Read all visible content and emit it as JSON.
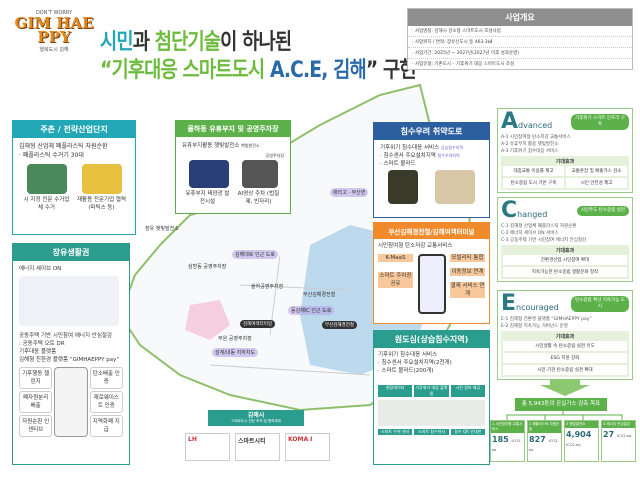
{
  "logo": {
    "slogan": "DON'T WORRY",
    "name": "GIM HAE PPY",
    "subtitle": "행복도시 김해"
  },
  "title": {
    "line1_a": "시민",
    "line1_b": "과 ",
    "line1_c": "첨단기술",
    "line1_d": "이 하나된",
    "line2_a": "“기후대응 스마트도시 ",
    "line2_b": "A.C.E, 김해",
    "line2_c": "” 구현"
  },
  "overview": {
    "header": "사업개요",
    "rows": [
      "· 사업명칭: 김해시 강소형 스마트도시 조성사업",
      "· 사업위치 / 면적: 장유신도시 등 463.3㎢",
      "· 사업기간: 2025년 ~ 2027년(2027년 이후 성과운영)",
      "· 사업유형: 기존도시 – 기후위기 대응 스마트도시 조성"
    ]
  },
  "panels": {
    "jucheon": {
      "header": "주촌 / 전략산업단지",
      "line1": "김해형 산업체 폐플라스틱 자원순환",
      "line2": "· 폐플라스틱 수거기 30대",
      "cap1": "시 지정 전문 수거업체 수거",
      "cap2": "재활용 전문기업 협력(파틱스 등)"
    },
    "jangyu": {
      "header": "장유생활권",
      "line1": "에너지 세이브 ON",
      "b1": "공동주택 기반 시민참여 에너지 안심절감",
      "b2": ": 공동주택 오토 DR",
      "b3": "기후대응 플랫폼",
      "b4": "김해형 친환경 플랫폼 “GIMHAEPPY pay”",
      "apps": [
        "기후행동 챌린지",
        "폐자원분리배출",
        "자원순환 인센티브",
        "탄소배출 인증",
        "제로웨이스트 인증",
        "지역화폐 지급"
      ]
    },
    "yulha": {
      "header": "율하동 유휴부지 및 공영주차장",
      "line1": "유휴부지활용 햇빛발전소",
      "legend1": "햇빛발전소",
      "legend2": "공영주차장",
      "cap1": "유휴부지 태양광 발전시설",
      "cap2": "AI영상 주차 (법칠제, 빈자리)"
    },
    "flood": {
      "header": "침수우려 취약도로",
      "line1": "기후위기 침수대응 서비스",
      "line2": "· 침수센서 주요설치지역",
      "line3": "· 스마트 볼라드",
      "legend1": "상습침수지역",
      "legend2": "침수우려지역"
    },
    "transit": {
      "header": "부산김해경전철/김해여객터미널",
      "line1": "시민참여형 탄소저감 교통서비스",
      "items": [
        "K-MaaS",
        "스마트 주차장 공유",
        "모빌리티 통합",
        "이동정보 연계",
        "결제 서비스 연계"
      ]
    },
    "downtown": {
      "header": "원도심(상습침수지역)",
      "line1": "기후위기 침수대응 서비스",
      "line2": "· 침수센서 주요설치지역(2천개)",
      "line3": "· 스마트 볼라드(200개)",
      "steps": [
        "현장데이터",
        "기후위기 대응 플랫폼",
        "시민 정보 제공"
      ],
      "bottom": [
        "스마트 수위 센서",
        "스마트 침수센서",
        "침수 QR 안내판"
      ]
    }
  },
  "map": {
    "labels": [
      "김해대로 인근 도로",
      "동김해IC 인근 도로",
      "삼계/내동 지하차도",
      "율하공영주차장",
      "장유 햇빛발전소",
      "부산김해경전철",
      "삼방동 공영주차장",
      "부원 공영주차장",
      "매리고 · 무산면"
    ],
    "tags": [
      "김해여객터미널",
      "부산김해경전철"
    ]
  },
  "governance": {
    "city": "김해시",
    "city_sub": "스마트도시 전담 조직 및 협력체계",
    "partners": [
      "LH",
      "스마트시티",
      "KOMA I"
    ]
  },
  "ace": {
    "A": {
      "letter": "A",
      "word": "dvanced",
      "tag": "기후위기 스마트 인프라 구축",
      "items": [
        "A-1 시민참여형 탄소저감 교통서비스",
        "A-2 유휴부지 활용 햇빛발전소",
        "A-3 기후위기 침수대응 서비스"
      ],
      "effects_title": "기대효과",
      "effects": [
        "대중교통 이용률 제고",
        "교통혼잡 및 배출가스 감소",
        "탄소중립 도시 기반 구축",
        "시민 안전성 제고"
      ]
    },
    "C": {
      "letter": "C",
      "word": "hanged",
      "tag": "시민주도 탄소중립 실현",
      "items": [
        "C-1 김해형 산업체 폐플라스틱 자원순환",
        "C-2 에너지 세이브 ON 서비스",
        "C-3 공동주택 기반 시민참여 에너지 안심절감"
      ],
      "effects_title": "기대효과",
      "effects": [
        "친환경산업 시민참여 확대",
        "지속가능한 탄소중립 생활문화 정착"
      ]
    },
    "E": {
      "letter": "E",
      "word": "ncouraged",
      "tag": "탄소중립 확산 지속가능 도시",
      "items": [
        "E-1 김해형 친환경 플랫폼 “GIMHAEPPY pay”",
        "E-2 김해형 지속가능 거버넌스 운영"
      ],
      "effects_title": "기대효과",
      "effects": [
        "시민생활 속 탄소중립 실천 유도",
        "ESG 지원 강화",
        "시민·기관 탄소중립 실천 확대"
      ]
    }
  },
  "goal": "총 5,943톤의 온실가스 감축 목표",
  "stats": [
    {
      "label": "1 시민참여형 교통서비스",
      "value": "185",
      "unit": "tCO2-eq"
    },
    {
      "label": "2 폐플라스틱 자원순환",
      "value": "827",
      "unit": "tCO2-eq"
    },
    {
      "label": "3 햇빛발전소",
      "value": "4,904",
      "unit": "tCO2-eq"
    },
    {
      "label": "4 에너지 안심절감",
      "value": "27",
      "unit": "tCO2-eq"
    }
  ],
  "colors": {
    "teal": "#21a7b5",
    "green": "#6cbb3c",
    "blue": "#2b5fa0",
    "orange": "#f08a2a",
    "ace_green": "#5db14a"
  }
}
